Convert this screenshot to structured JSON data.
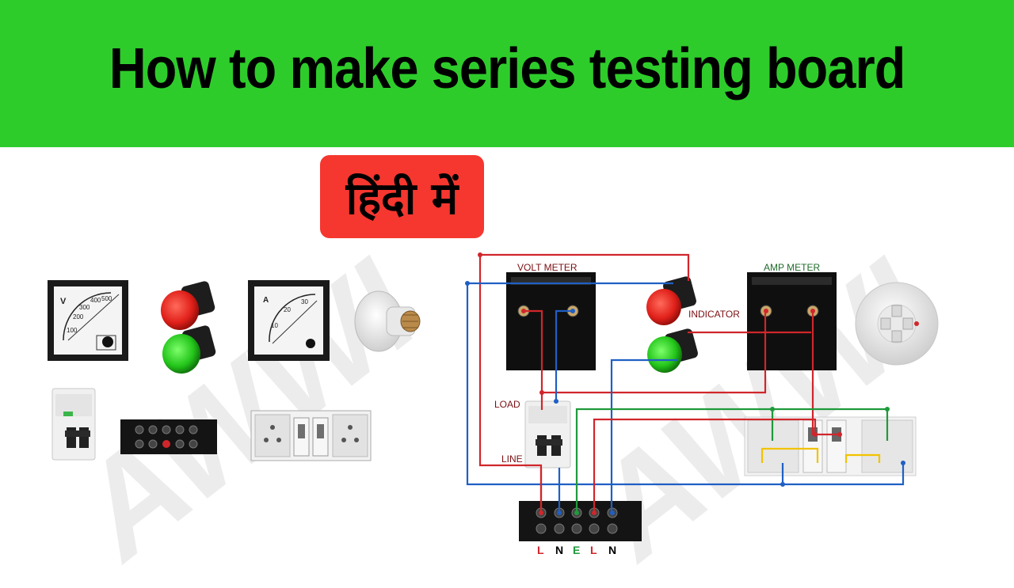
{
  "title": "How to make series testing board",
  "language_badge": "हिंदी में",
  "watermark": "AWWI",
  "colors": {
    "banner": "#2ecc2b",
    "badge": "#f5372f",
    "live_wire": "#d0262b",
    "neutral_wire": "#1f5fc4",
    "earth_wire": "#1f9a3b",
    "switch_wire": "#f2c200"
  },
  "components_left": [
    {
      "name": "voltmeter",
      "icon": "voltmeter-icon",
      "scale": [
        "V",
        "100",
        "200",
        "300",
        "400",
        "500"
      ]
    },
    {
      "name": "indicator-red",
      "icon": "red-indicator-lamp-icon"
    },
    {
      "name": "indicator-green",
      "icon": "green-indicator-lamp-icon"
    },
    {
      "name": "ammeter",
      "icon": "ammeter-icon",
      "scale": [
        "A",
        "10",
        "20",
        "30"
      ]
    },
    {
      "name": "bulb-holder",
      "icon": "bulb-holder-icon"
    },
    {
      "name": "mcb",
      "icon": "mcb-icon"
    },
    {
      "name": "terminal-strip",
      "icon": "terminal-strip-icon"
    },
    {
      "name": "switch-board",
      "icon": "switch-socket-plate-icon"
    }
  ],
  "diagram": {
    "volt_meter_label": "VOLT METER",
    "amp_meter_label": "AMP METER",
    "indicator_label": "INDICATOR",
    "load_label": "LOAD",
    "line_label": "LINE",
    "terminals": [
      "L",
      "N",
      "E",
      "L",
      "N"
    ],
    "terminal_colors": [
      "#d0262b",
      "#000000",
      "#1f9a3b",
      "#d0262b",
      "#000000"
    ]
  }
}
